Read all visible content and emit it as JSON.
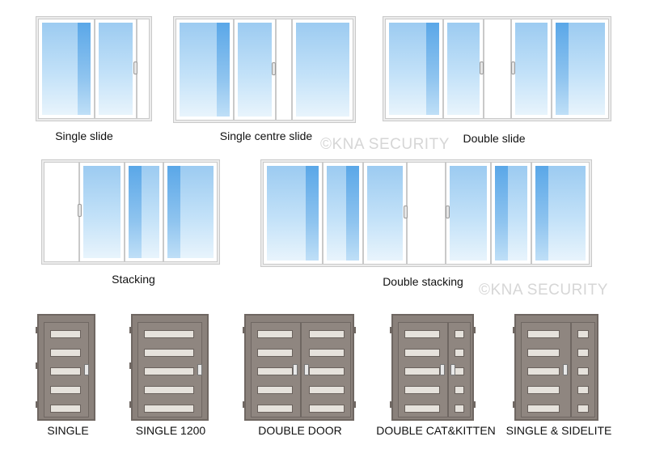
{
  "labels": {
    "single_slide": "Single slide",
    "single_centre_slide": "Single centre slide",
    "double_slide": "Double slide",
    "stacking": "Stacking",
    "double_stacking": "Double stacking",
    "single": "SINGLE",
    "single_1200": "SINGLE 1200",
    "double_door": "DOUBLE DOOR",
    "double_cat_kitten": "DOUBLE CAT&KITTEN",
    "single_sidelite": "SINGLE & SIDELITE"
  },
  "watermark": "©KNA SECURITY",
  "colors": {
    "glass_top": "#9ccbf1",
    "glass_stripe": "#5aa7e8",
    "frame": "#ececec",
    "door_grey": "#8a817b",
    "door_slot": "#e6e2dc",
    "watermark": "#d6d6d6"
  }
}
